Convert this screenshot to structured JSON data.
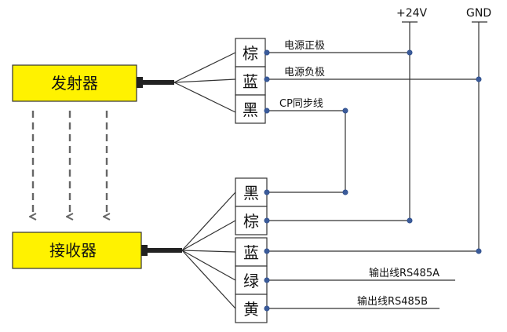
{
  "rails": {
    "power_label": "+24V",
    "ground_label": "GND"
  },
  "emitter": {
    "label": "发射器",
    "terminals": [
      "棕",
      "蓝",
      "黑"
    ],
    "wire_labels": [
      "电源正极",
      "电源负极",
      "CP同步线"
    ]
  },
  "receiver": {
    "label": "接收器",
    "terminals": [
      "黑",
      "棕",
      "蓝",
      "绿",
      "黄"
    ],
    "wire_labels": [
      "输出线RS485A",
      "输出线RS485B"
    ]
  },
  "colors": {
    "box_fill": "#fff200",
    "box_stroke": "#333333",
    "junction_dot": "#3b5b9a",
    "beam_arrow": "#666666"
  }
}
